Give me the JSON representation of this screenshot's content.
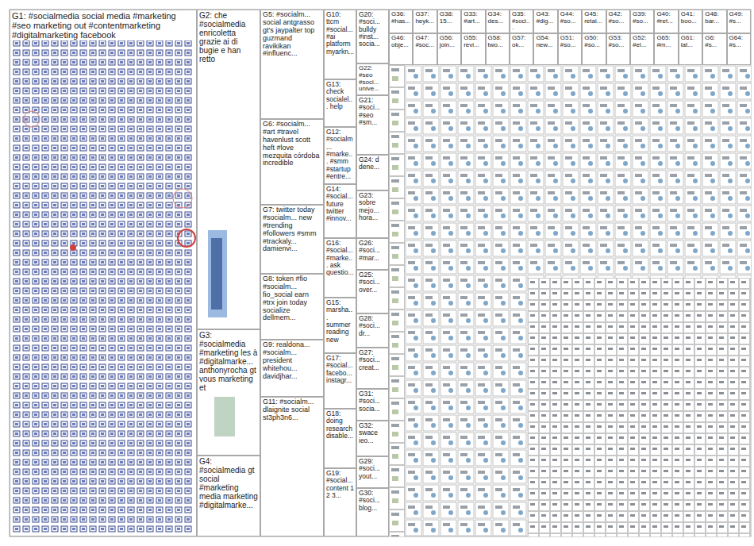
{
  "diagram": {
    "nodes": [
      {
        "text": [
          "G1: #socialmedia social media #marketing #seo marketing out #contentmarketing #digitalmarketing facebook"
        ]
      },
      {
        "text": [
          "G2: che #socialmedia enricoletta grazie ai di bugie e han retto"
        ]
      },
      {
        "text": [
          "G3: #socialmedia #marketing les à #digitalmarke... anthonyrocha gt vous marketing et"
        ]
      },
      {
        "text": [
          "G4: #socialmedia gt social #marketing media marketing #digitalmarke..."
        ]
      },
      {
        "text": [
          "G5: #socialm... social antgrasso gt's jaypalter top guzmand ravikikan #influenc..."
        ]
      },
      {
        "text": [
          "G6: #socialm... #art #travel havenlust scott heft #love mezquita córdoba incredible"
        ]
      },
      {
        "text": [
          "G7: twitter today #socialm... new #trending #followers #smm #trackaly... damienvi..."
        ]
      },
      {
        "text": [
          "G8: token #fio #socialm... fio_social earn #trx join today socialize dellmem..."
        ]
      },
      {
        "text": [
          "G9: realdona... #socialm... president whitehou... davidjhar..."
        ]
      },
      {
        "text": [
          "G11: #socialm... dlaignite social st3ph3n6..."
        ]
      },
      {
        "text": [
          "G10: ttcm #social... #ai platform myarkn..."
        ]
      },
      {
        "text": [
          "G13: check socialel... help"
        ]
      },
      {
        "text": [
          "G12: #socialm... #marke... #smm #startup #entre..."
        ]
      },
      {
        "text": [
          "G14: #social... future twitter #innov..."
        ]
      },
      {
        "text": [
          "G16: #social... #marke... ask questio..."
        ]
      },
      {
        "text": [
          "G15: marsha... summer reading new"
        ]
      },
      {
        "text": [
          "G17: #social... facebo... instagr..."
        ]
      },
      {
        "text": [
          "G18: doing research disable..."
        ]
      },
      {
        "text": [
          "G19: #social... content 1 2 3..."
        ]
      },
      {
        "text": [
          "G20: #soci... bulldy #inst... socia..."
        ]
      },
      {
        "text": [
          "G22: #seo #soci... unive..."
        ]
      },
      {
        "text": [
          "G21: #soci... #seo #sm..."
        ]
      },
      {
        "text": [
          "G24: d dene..."
        ]
      },
      {
        "text": [
          "G23: sobre mejo... hora..."
        ]
      },
      {
        "text": [
          "G26: #soci... #mar..."
        ]
      },
      {
        "text": [
          "G25: #soci... over..."
        ]
      },
      {
        "text": [
          "G28: #soci... dr..."
        ]
      },
      {
        "text": [
          "G27: #soci... creat..."
        ]
      },
      {
        "text": [
          "G31: #soci... socia..."
        ]
      },
      {
        "text": [
          "G32: swace ieo..."
        ]
      },
      {
        "text": [
          "G29: #soci... yout..."
        ]
      },
      {
        "text": [
          "G30: #soci... blog..."
        ]
      },
      {
        "text": [
          "G36: #has..."
        ]
      },
      {
        "text": [
          "G37: heyk..."
        ]
      },
      {
        "text": [
          "G38: 15..."
        ]
      },
      {
        "text": [
          "G33: #art..."
        ]
      },
      {
        "text": [
          "G34: des..."
        ]
      },
      {
        "text": [
          "G35: #soci..."
        ]
      },
      {
        "text": [
          "G43: #dig..."
        ]
      },
      {
        "text": [
          "G44: #so..."
        ]
      },
      {
        "text": [
          "G45: retai..."
        ]
      },
      {
        "text": [
          "G42: #so..."
        ]
      },
      {
        "text": [
          "G39: #so..."
        ]
      },
      {
        "text": [
          "G40: #ret..."
        ]
      },
      {
        "text": [
          "G41: boo..."
        ]
      },
      {
        "text": [
          "G48: bar..."
        ]
      },
      {
        "text": [
          "G49: #s..."
        ]
      },
      {
        "text": [
          "G46: obje..."
        ]
      },
      {
        "text": [
          "G47: #soc..."
        ]
      },
      {
        "text": [
          "G56: join..."
        ]
      },
      {
        "text": [
          "G55: revi..."
        ]
      },
      {
        "text": [
          "G58: two..."
        ]
      },
      {
        "text": [
          "G57: ok..."
        ]
      },
      {
        "text": [
          "G54: new..."
        ]
      },
      {
        "text": [
          "G51: #so..."
        ]
      },
      {
        "text": [
          "G50: #so..."
        ]
      },
      {
        "text": [
          "G53: #so..."
        ]
      },
      {
        "text": [
          "G52: #el..."
        ]
      },
      {
        "text": [
          "G65: #m..."
        ]
      },
      {
        "text": [
          "G61: lat..."
        ]
      },
      {
        "text": [
          "G6: #s..."
        ]
      },
      {
        "text": [
          "G64: #s..."
        ]
      }
    ]
  }
}
